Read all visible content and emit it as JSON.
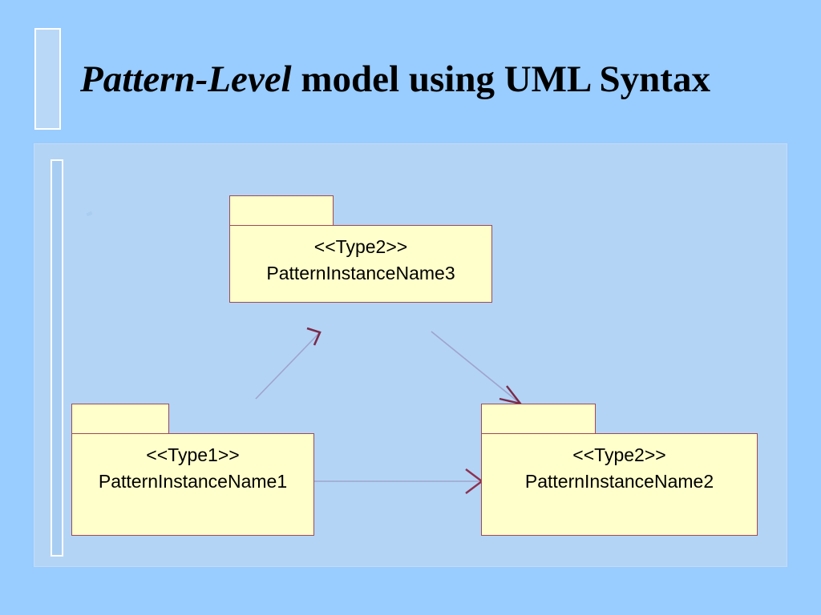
{
  "slide": {
    "title_emphasis": "Pattern-Level",
    "title_rest": " model using UML Syntax",
    "title_full": "Pattern-Level model using UML Syntax"
  },
  "colors": {
    "background": "#99ccff",
    "panel_fill": "#b3d4f5",
    "accent_bar": "#b9d8f7",
    "package_fill": "#ffffcc",
    "package_border": "#9e4a55",
    "edge_line": "#8d8fbf",
    "arrow_head": "#7b2a4a",
    "text": "#000000"
  },
  "diagram": {
    "type": "uml-package-diagram",
    "nodes": [
      {
        "id": "pkg-type2-name3",
        "stereotype": "<<Type2>>",
        "name": "PatternInstanceName3"
      },
      {
        "id": "pkg-type1-name1",
        "stereotype": "<<Type1>>",
        "name": "PatternInstanceName1"
      },
      {
        "id": "pkg-type2-name2",
        "stereotype": "<<Type2>>",
        "name": "PatternInstanceName2"
      }
    ],
    "edges": [
      {
        "id": "edge-name1-to-name3",
        "from": "pkg-type1-name1",
        "to": "pkg-type2-name3",
        "style": "open-arrow",
        "label": ""
      },
      {
        "id": "edge-name3-to-name2",
        "from": "pkg-type2-name3",
        "to": "pkg-type2-name2",
        "style": "open-arrow",
        "label": ""
      },
      {
        "id": "edge-name1-to-name2",
        "from": "pkg-type1-name1",
        "to": "pkg-type2-name2",
        "style": "open-arrow",
        "label": ""
      }
    ]
  }
}
